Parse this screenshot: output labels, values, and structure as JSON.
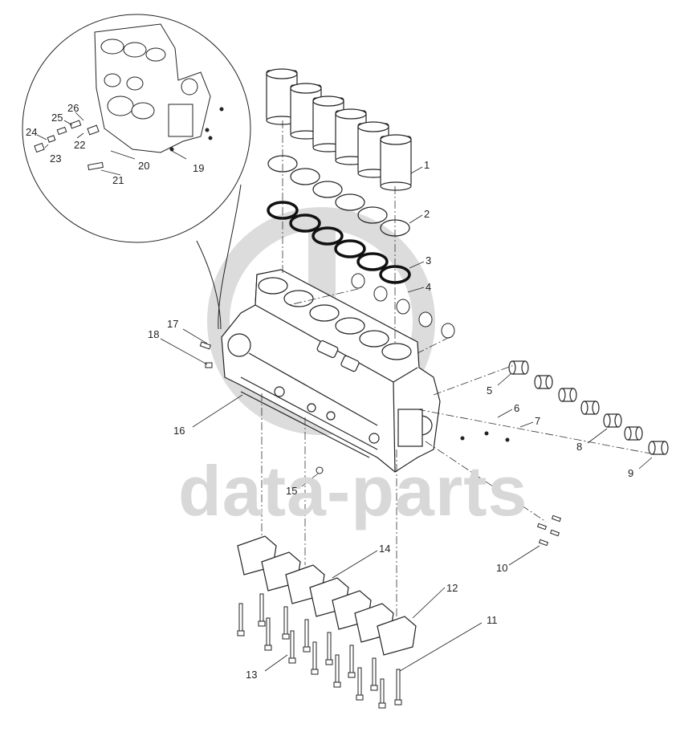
{
  "watermark": {
    "text": "data-parts",
    "color": "#d9d9d9"
  },
  "callouts": [
    {
      "n": "1"
    },
    {
      "n": "2"
    },
    {
      "n": "3"
    },
    {
      "n": "4"
    },
    {
      "n": "5"
    },
    {
      "n": "6"
    },
    {
      "n": "7"
    },
    {
      "n": "8"
    },
    {
      "n": "9"
    },
    {
      "n": "10"
    },
    {
      "n": "11"
    },
    {
      "n": "12"
    },
    {
      "n": "13"
    },
    {
      "n": "14"
    },
    {
      "n": "15"
    },
    {
      "n": "16"
    },
    {
      "n": "17"
    },
    {
      "n": "18"
    },
    {
      "n": "19"
    },
    {
      "n": "20"
    },
    {
      "n": "21"
    },
    {
      "n": "22"
    },
    {
      "n": "23"
    },
    {
      "n": "24"
    },
    {
      "n": "25"
    },
    {
      "n": "26"
    }
  ]
}
